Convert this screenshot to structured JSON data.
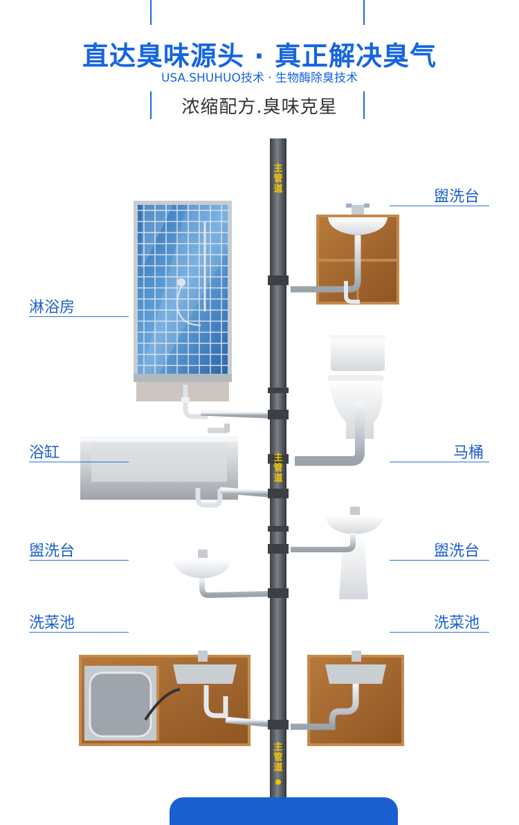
{
  "header": {
    "title": "直达臭味源头 · 真正解决臭气",
    "subtitle": "USA.SHUHUO技术 · 生物酶除臭技术",
    "slogan": "浓缩配方.臭味克星"
  },
  "pipe": {
    "label_top": "主管道",
    "label_mid": "主管道",
    "label_bottom": "主管道"
  },
  "fixtures": {
    "washbasin_top_right": "盥洗台",
    "shower": "淋浴房",
    "bathtub": "浴缸",
    "toilet": "马桶",
    "washbasin_left": "盥洗台",
    "washbasin_right": "盥洗台",
    "sink_left": "洗菜池",
    "sink_right": "洗菜池"
  },
  "colors": {
    "accent": "#1565e0",
    "pipe": "#4a4f55",
    "pipe_label": "#f5c400",
    "cabinet": "#a5682f"
  }
}
